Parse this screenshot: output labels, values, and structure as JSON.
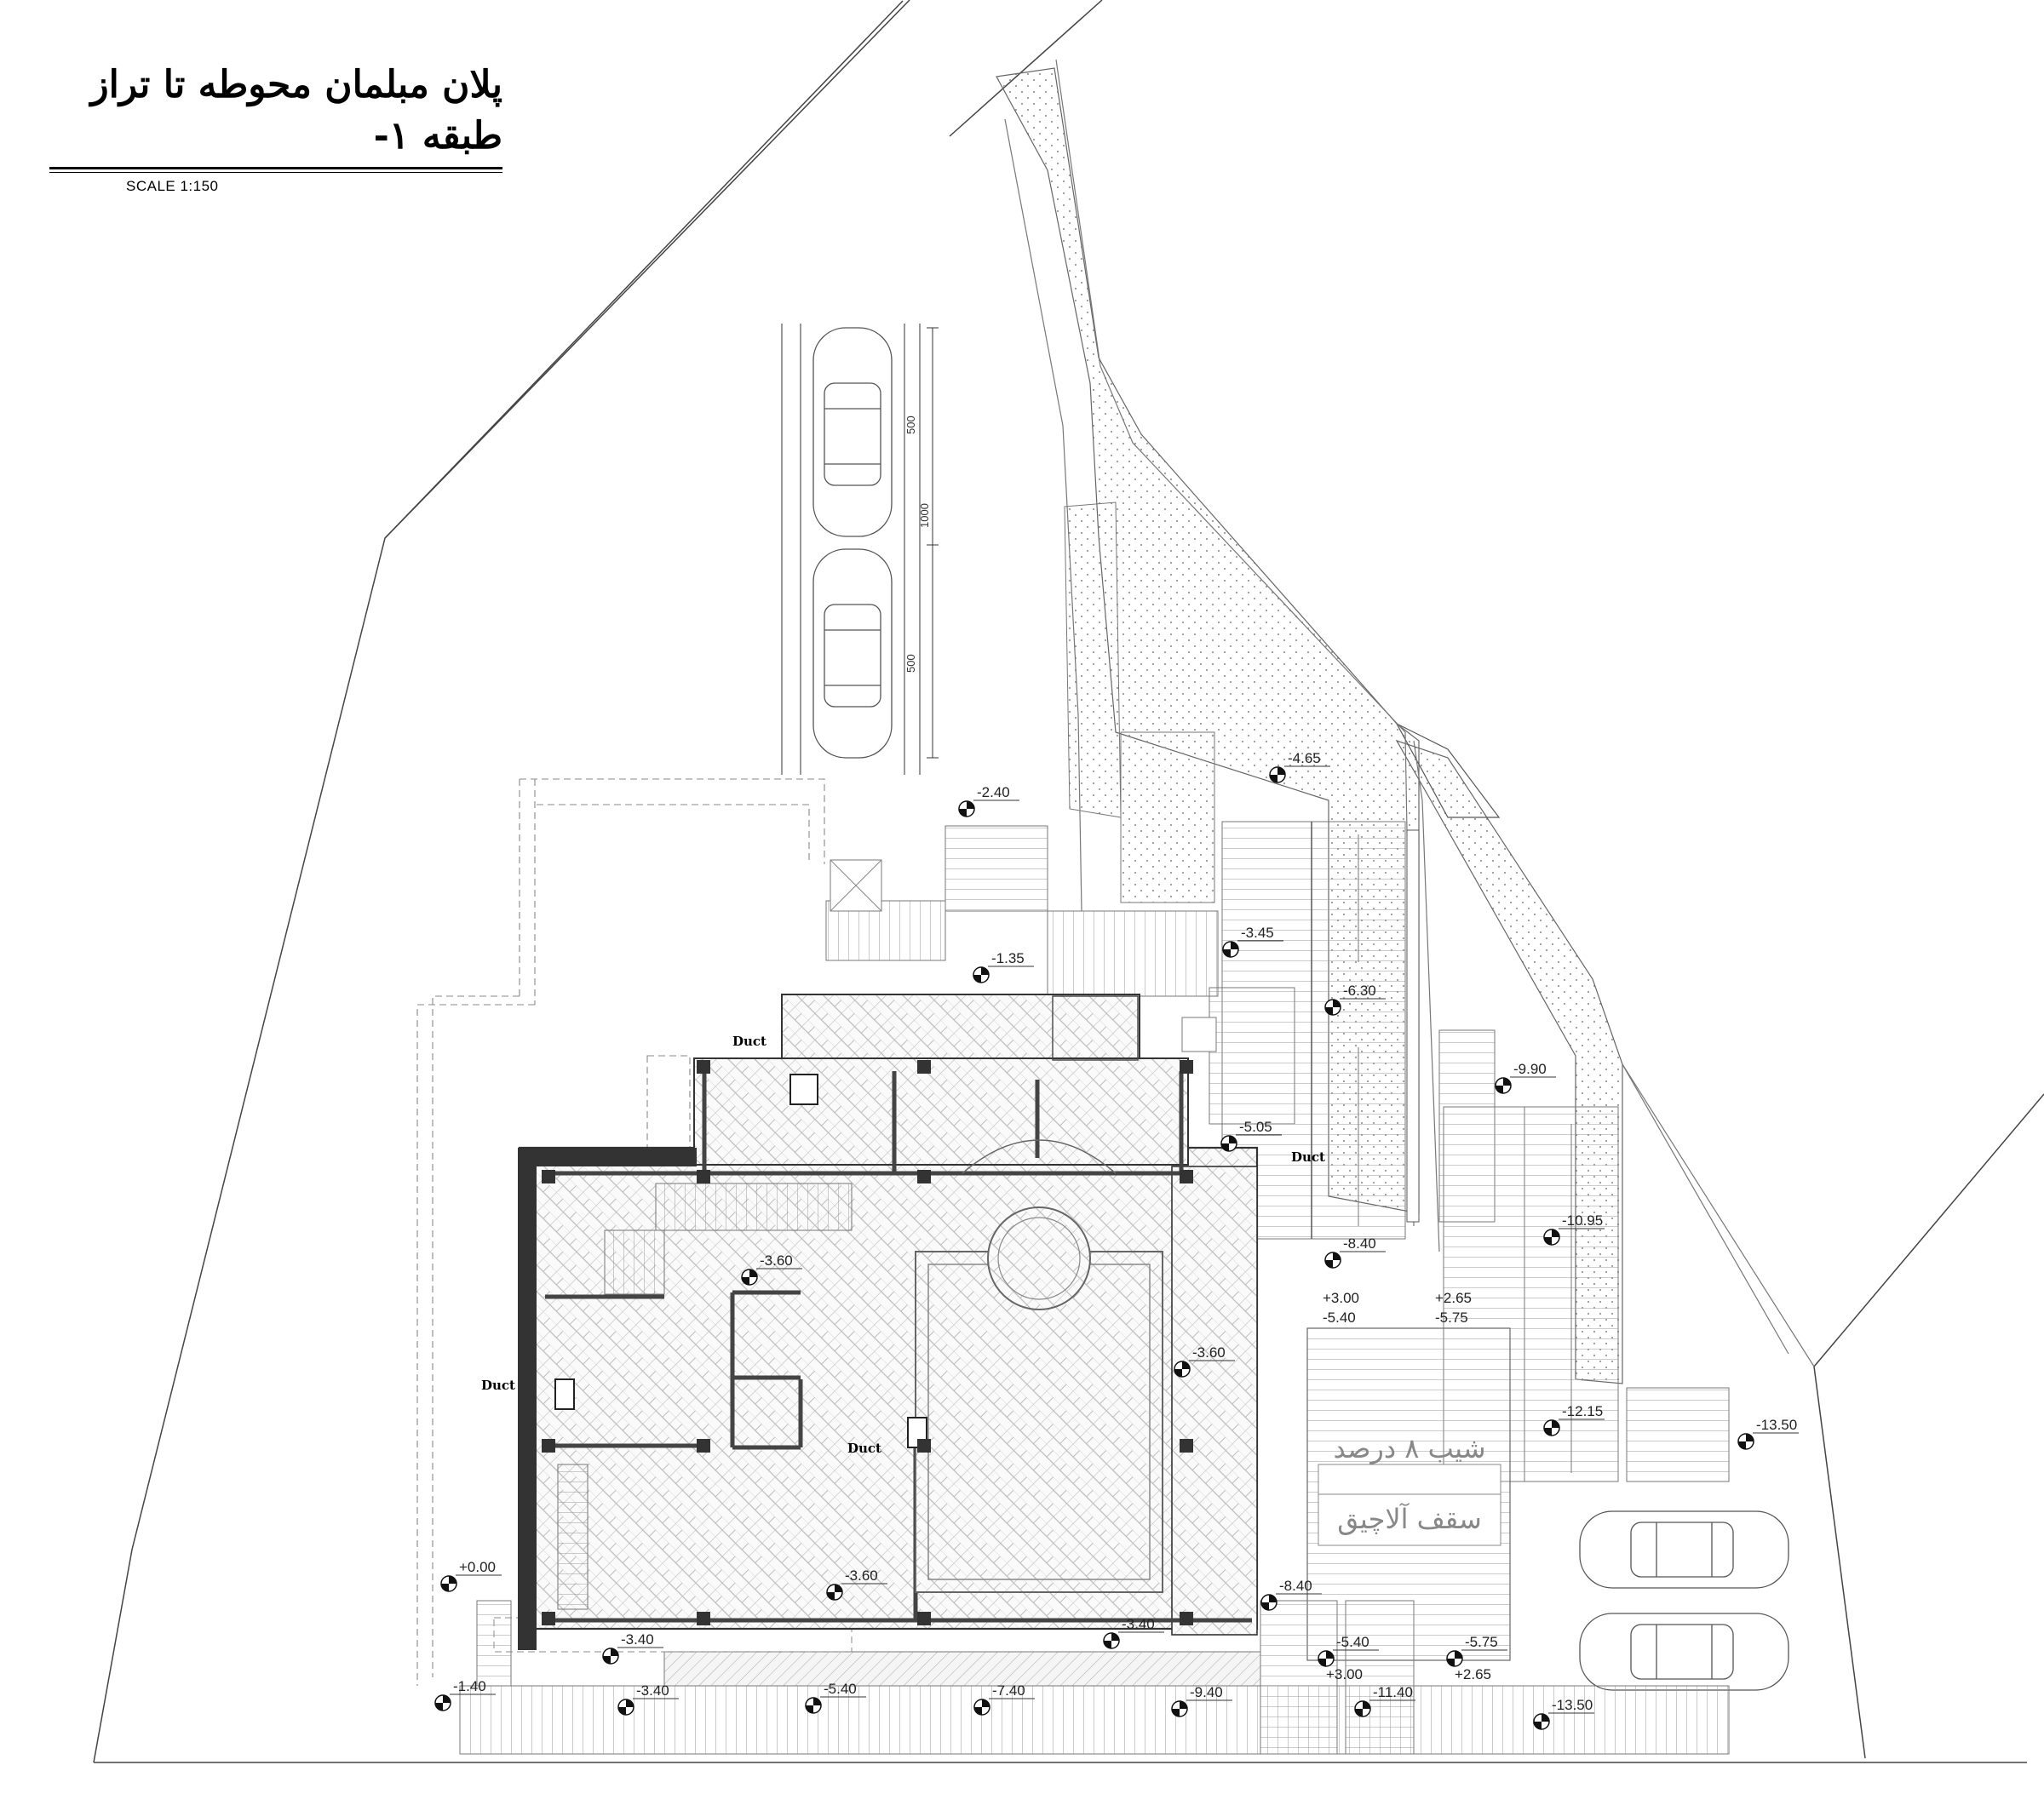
{
  "title": "پلان مبلمان محوطه تا تراز طبقه ۱-",
  "scale": "SCALE 1:150",
  "dimensions": {
    "total": "1000",
    "upper": "500",
    "lower": "500"
  },
  "duct_label": "Duct",
  "annotations": {
    "ramp_slope": "شیب ۸ درصد",
    "pergola_roof": "سقف آلاچیق"
  },
  "levels": {
    "l_465": "-4.65",
    "l_240": "-2.40",
    "l_345": "-3.45",
    "l_135": "-1.35",
    "l_630": "-6.30",
    "l_990": "-9.90",
    "l_505": "-5.05",
    "l_1095": "-10.95",
    "l_840a": "-8.40",
    "l_300a": "+3.00",
    "l_540a": "-5.40",
    "l_265a": "+2.65",
    "l_575a": "-5.75",
    "l_360a": "-3.60",
    "l_360b": "-3.60",
    "l_360c": "-3.60",
    "l_1215": "-12.15",
    "l_1350a": "-13.50",
    "l_000": "+0.00",
    "l_840b": "-8.40",
    "l_340a": "-3.40",
    "l_340b": "-3.40",
    "l_540b": "-5.40",
    "l_300b": "+3.00",
    "l_575b": "-5.75",
    "l_265b": "+2.65",
    "l_140": "-1.40",
    "l_340c": "-3.40",
    "l_540c": "-5.40",
    "l_740": "-7.40",
    "l_940": "-9.40",
    "l_1140": "-11.40",
    "l_1350b": "-13.50"
  }
}
